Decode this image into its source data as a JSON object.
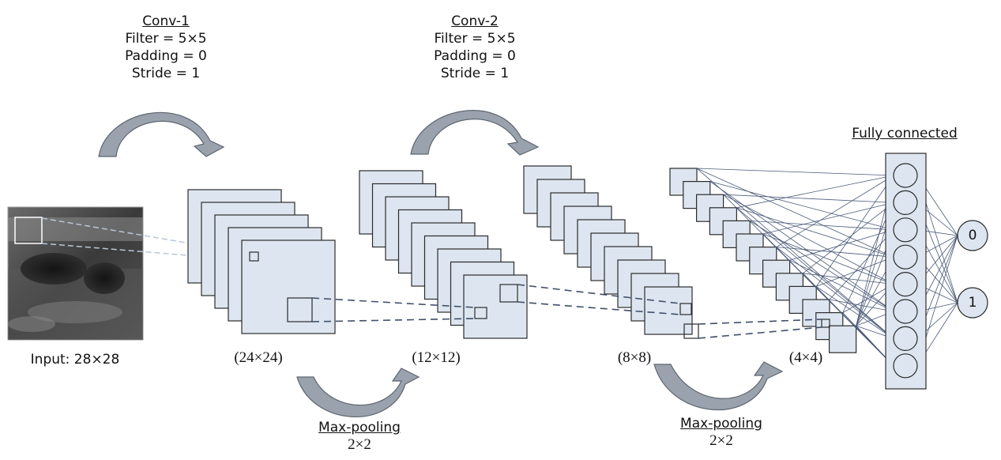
{
  "conv1": {
    "title": "Conv-1",
    "lines": [
      "Filter = 5×5",
      "Padding = 0",
      "Stride = 1"
    ]
  },
  "conv2": {
    "title": "Conv-2",
    "lines": [
      "Filter = 5×5",
      "Padding = 0",
      "Stride = 1"
    ]
  },
  "pool1": {
    "title": "Max-pooling",
    "size": "2×2"
  },
  "pool2": {
    "title": "Max-pooling",
    "size": "2×2"
  },
  "fc": {
    "title": "Fully connected",
    "neuron_count": 8
  },
  "outputs": [
    "0",
    "1"
  ],
  "input_label": "Input: 28×28",
  "map_labels": [
    "(24×24)",
    "(12×12)",
    "(8×8)",
    "(4×4)"
  ],
  "colors": {
    "map_fill": "#dde6f0",
    "map_stroke": "#2b2b2b",
    "arrow_fill": "#9aa3ad",
    "line": "#4a5a78",
    "dash": "#3f4e6b"
  }
}
